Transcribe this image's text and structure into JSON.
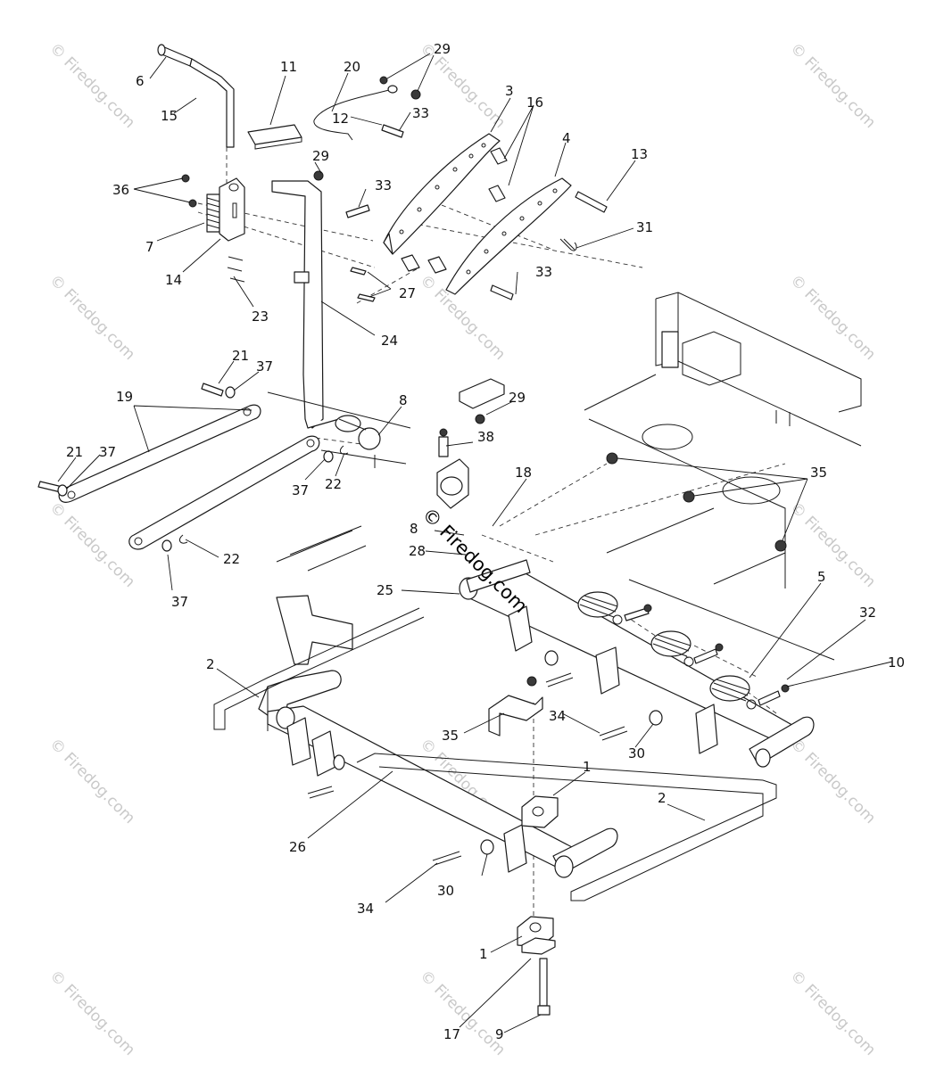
{
  "watermark": {
    "text": "© Firedog.com"
  },
  "center_watermark": {
    "text": "© Firedog.com"
  },
  "callouts": [
    {
      "id": "c6",
      "label": "6"
    },
    {
      "id": "c15",
      "label": "15"
    },
    {
      "id": "c11",
      "label": "11"
    },
    {
      "id": "c20",
      "label": "20"
    },
    {
      "id": "c29a",
      "label": "29"
    },
    {
      "id": "c3",
      "label": "3"
    },
    {
      "id": "c16",
      "label": "16"
    },
    {
      "id": "c12",
      "label": "12"
    },
    {
      "id": "c33a",
      "label": "33"
    },
    {
      "id": "c4",
      "label": "4"
    },
    {
      "id": "c13",
      "label": "13"
    },
    {
      "id": "c36",
      "label": "36"
    },
    {
      "id": "c29b",
      "label": "29"
    },
    {
      "id": "c33b",
      "label": "33"
    },
    {
      "id": "c7",
      "label": "7"
    },
    {
      "id": "c14",
      "label": "14"
    },
    {
      "id": "c31",
      "label": "31"
    },
    {
      "id": "c33c",
      "label": "33"
    },
    {
      "id": "c27",
      "label": "27"
    },
    {
      "id": "c23",
      "label": "23"
    },
    {
      "id": "c24",
      "label": "24"
    },
    {
      "id": "c21a",
      "label": "21"
    },
    {
      "id": "c37a",
      "label": "37"
    },
    {
      "id": "c8a",
      "label": "8"
    },
    {
      "id": "c29c",
      "label": "29"
    },
    {
      "id": "c19",
      "label": "19"
    },
    {
      "id": "c38",
      "label": "38"
    },
    {
      "id": "c21b",
      "label": "21"
    },
    {
      "id": "c37b",
      "label": "37"
    },
    {
      "id": "c37c",
      "label": "37"
    },
    {
      "id": "c22a",
      "label": "22"
    },
    {
      "id": "c18",
      "label": "18"
    },
    {
      "id": "c35a",
      "label": "35"
    },
    {
      "id": "c8b",
      "label": "8"
    },
    {
      "id": "c28",
      "label": "28"
    },
    {
      "id": "c22b",
      "label": "22"
    },
    {
      "id": "c37d",
      "label": "37"
    },
    {
      "id": "c25",
      "label": "25"
    },
    {
      "id": "c5",
      "label": "5"
    },
    {
      "id": "c32",
      "label": "32"
    },
    {
      "id": "c10",
      "label": "10"
    },
    {
      "id": "c2a",
      "label": "2"
    },
    {
      "id": "c35b",
      "label": "35"
    },
    {
      "id": "c34a",
      "label": "34"
    },
    {
      "id": "c30a",
      "label": "30"
    },
    {
      "id": "c1a",
      "label": "1"
    },
    {
      "id": "c26",
      "label": "26"
    },
    {
      "id": "c2b",
      "label": "2"
    },
    {
      "id": "c30b",
      "label": "30"
    },
    {
      "id": "c34b",
      "label": "34"
    },
    {
      "id": "c1b",
      "label": "1"
    },
    {
      "id": "c17",
      "label": "17"
    },
    {
      "id": "c9",
      "label": "9"
    }
  ]
}
